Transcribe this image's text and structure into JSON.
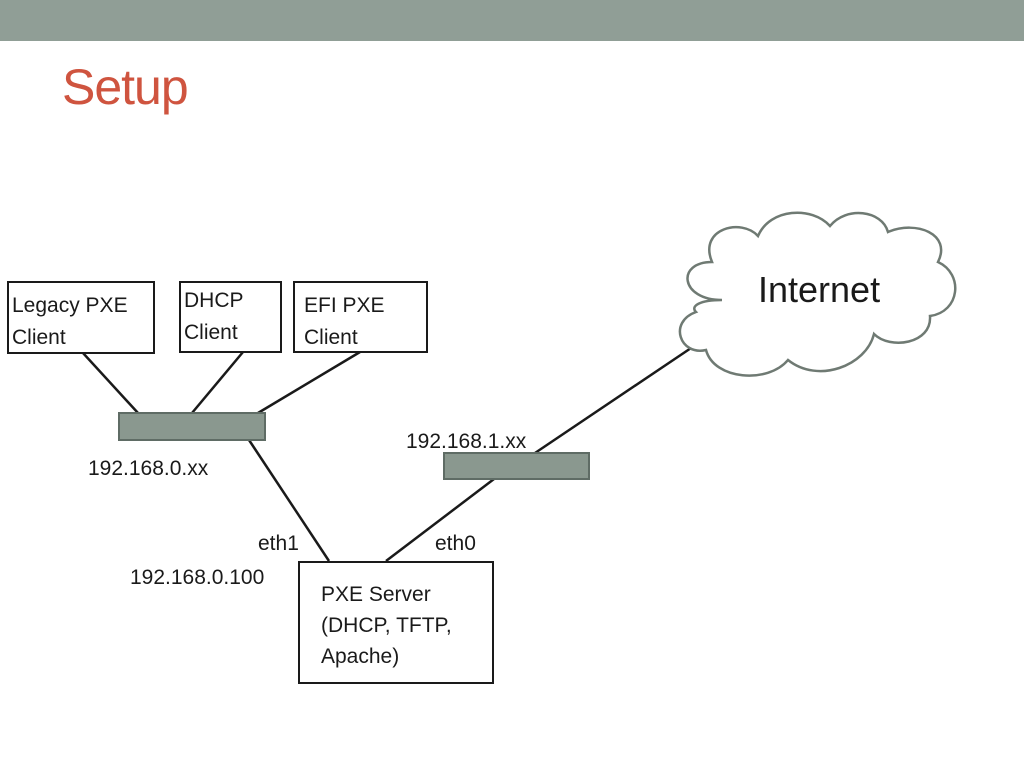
{
  "slide": {
    "title": "Setup"
  },
  "nodes": {
    "legacy_client": {
      "line1": "Legacy PXE",
      "line2": "Client"
    },
    "dhcp_client": {
      "line1": "DHCP",
      "line2": "Client"
    },
    "efi_client": {
      "line1": "EFI PXE",
      "line2": "Client"
    },
    "pxe_server": {
      "line1": "PXE Server",
      "line2": "(DHCP, TFTP,",
      "line3": "Apache)"
    },
    "internet": {
      "label": "Internet"
    }
  },
  "labels": {
    "lan_subnet": "192.168.0.xx",
    "wan_subnet": "192.168.1.xx",
    "eth1": "eth1",
    "eth0": "eth0",
    "server_ip": "192.168.0.100"
  },
  "colors": {
    "title": "#cf543f",
    "top_bar": "#909e96",
    "switch_fill": "#8a988f",
    "cloud_stroke": "#6f7a73",
    "line": "#1a1a1a"
  }
}
